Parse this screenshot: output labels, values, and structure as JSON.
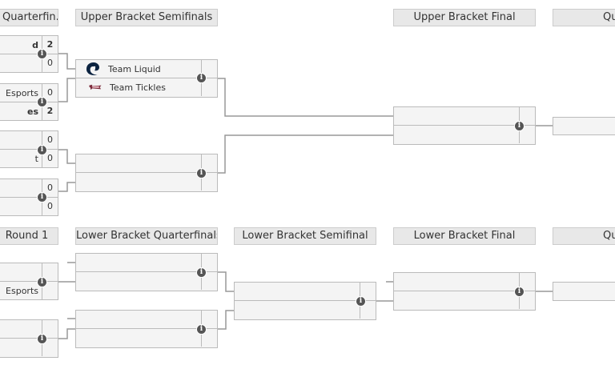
{
  "headers": {
    "ub_quarterfinals": "Quarterfin...",
    "ub_semifinals": "Upper Bracket Semifinals",
    "ub_final": "Upper Bracket Final",
    "qual_top": "Qu",
    "lb_round1": "Round 1",
    "lb_quarterfinals": "Lower Bracket Quarterfinals",
    "lb_semifinal": "Lower Bracket Semifinal",
    "lb_final": "Lower Bracket Final",
    "qual_bottom": "Qu"
  },
  "ub_quarterfinals": [
    {
      "team1": {
        "name": "d",
        "score": "2",
        "winner": true
      },
      "team2": {
        "name": "",
        "score": "0"
      }
    },
    {
      "team1": {
        "name": "Esports",
        "score": "0"
      },
      "team2": {
        "name": "es",
        "score": "2",
        "winner": true
      }
    },
    {
      "team1": {
        "name": "",
        "score": "0"
      },
      "team2": {
        "name": "t",
        "score": "0"
      }
    },
    {
      "team1": {
        "name": "",
        "score": "0"
      },
      "team2": {
        "name": "",
        "score": "0"
      }
    }
  ],
  "ub_semifinals": [
    {
      "team1": {
        "name": "Team Liquid",
        "logo": "team-liquid-logo"
      },
      "team2": {
        "name": "Team Tickles",
        "logo": "team-tickles-logo"
      }
    },
    {
      "team1": {
        "name": ""
      },
      "team2": {
        "name": ""
      }
    }
  ],
  "lb_round1": [
    {
      "team1": {
        "name": ""
      },
      "team2": {
        "name": "Esports"
      }
    },
    {
      "team1": {
        "name": ""
      },
      "team2": {
        "name": ""
      }
    }
  ],
  "info_icon": "i",
  "colors": {
    "box_bg": "#f4f4f4",
    "header_bg": "#e8e8e8",
    "border": "#bbbbbb",
    "line": "#999999",
    "info": "#555555"
  }
}
